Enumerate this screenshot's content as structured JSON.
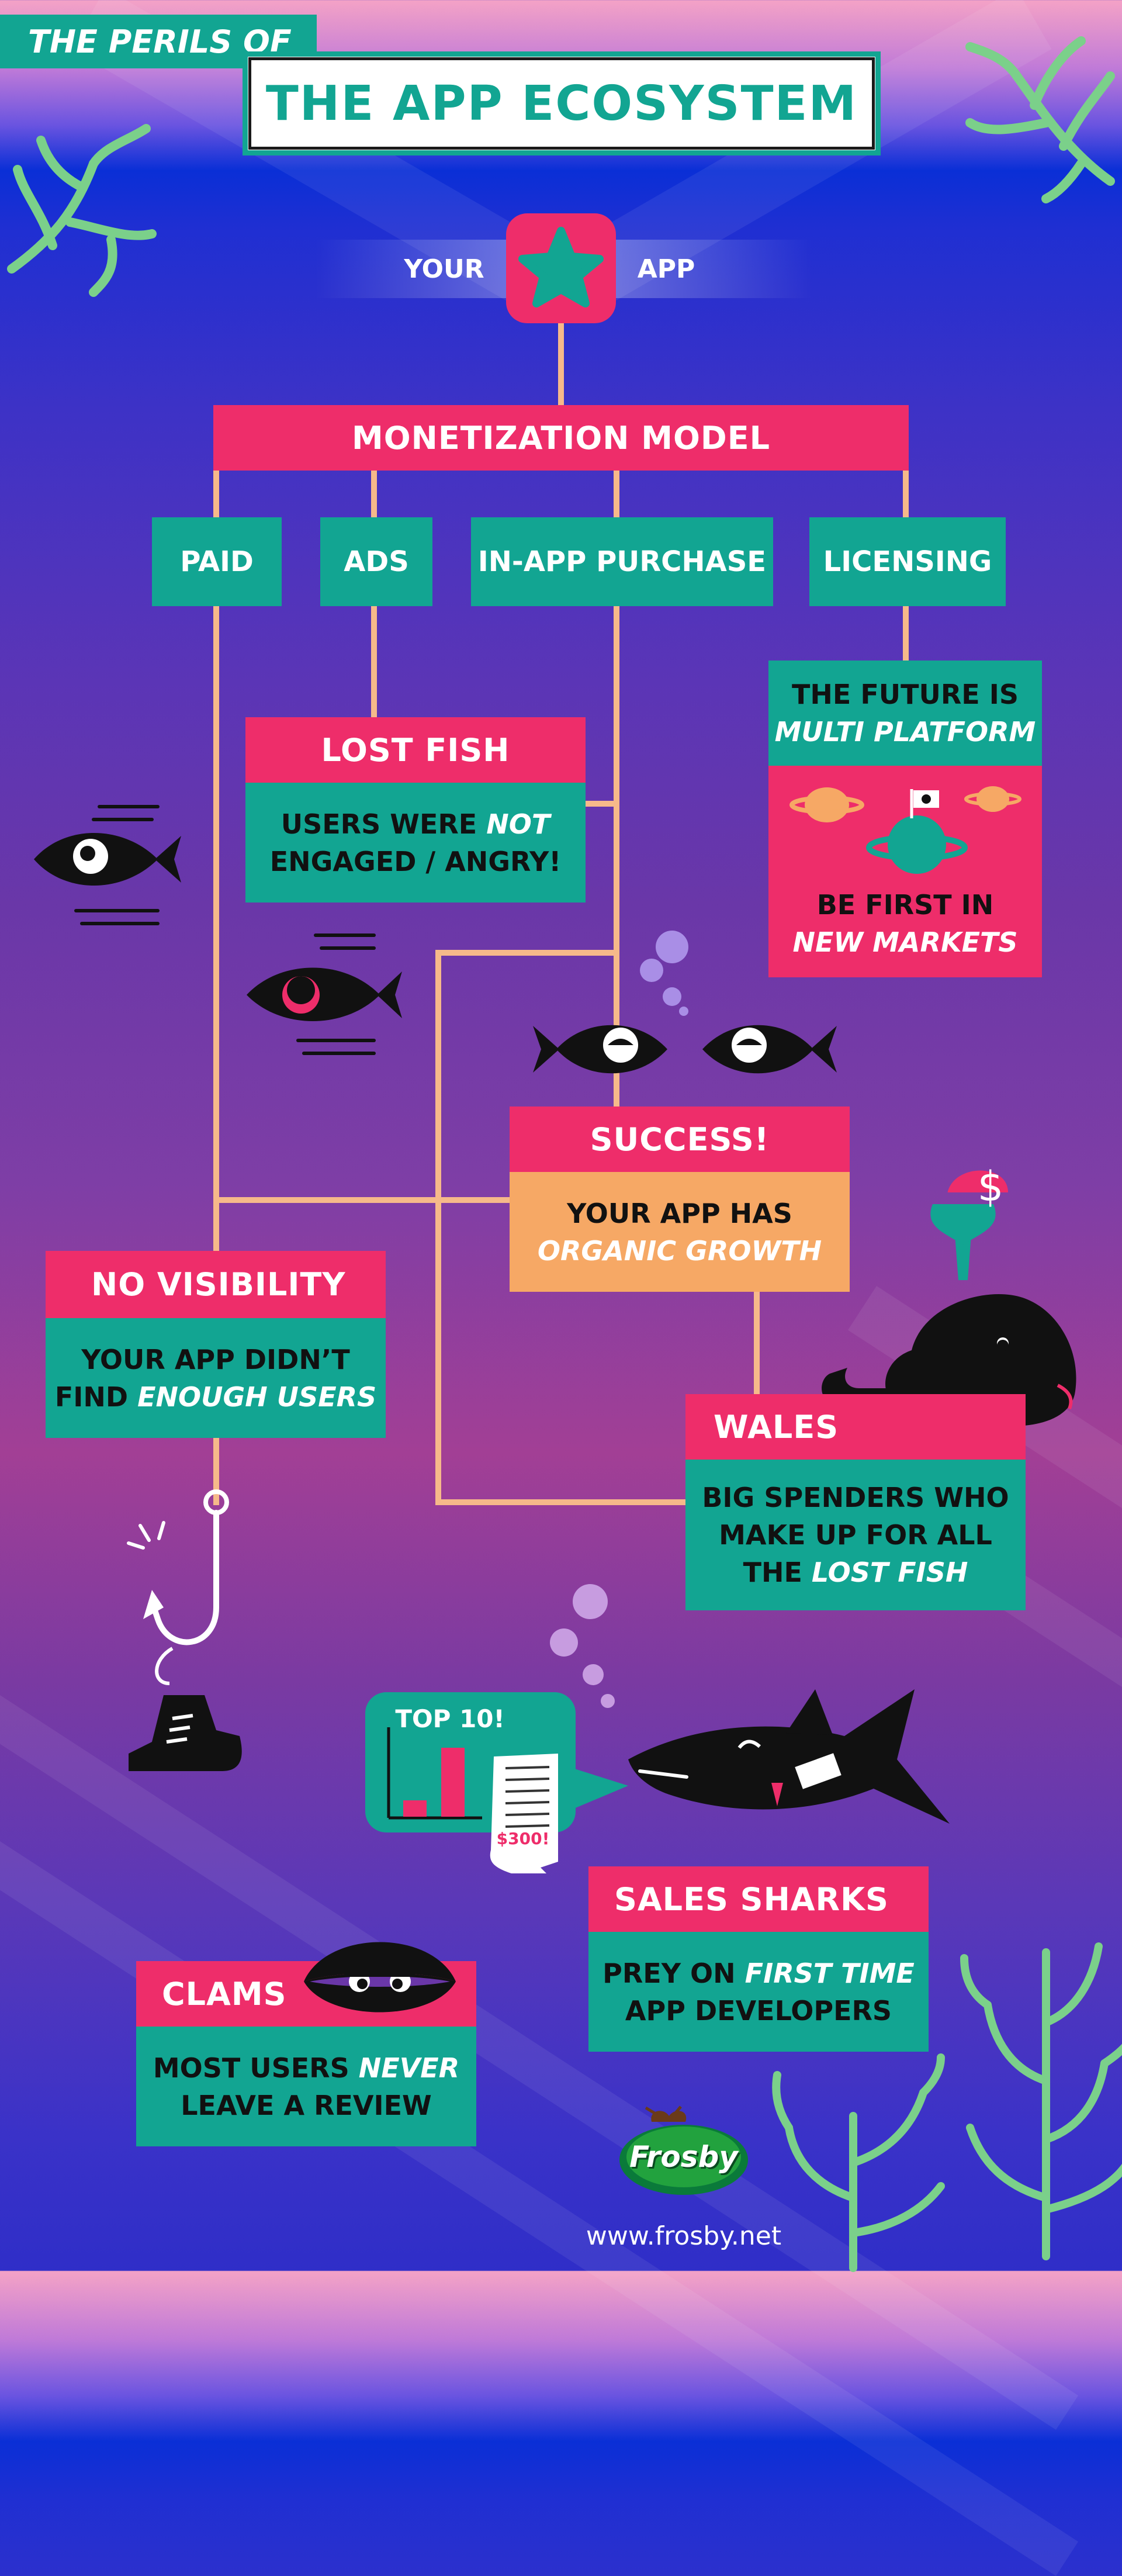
{
  "header": {
    "kicker": "THE PERILS OF",
    "title": "THE APP ECOSYSTEM"
  },
  "app_badge": {
    "left": "YOUR",
    "right": "APP",
    "icon": "star-icon"
  },
  "monetization": {
    "title": "MONETIZATION MODEL",
    "models": [
      "PAID",
      "ADS",
      "IN-APP PURCHASE",
      "LICENSING"
    ]
  },
  "lost_fish": {
    "title": "LOST FISH",
    "line1_a": "USERS WERE ",
    "line1_em": "NOT",
    "line2": "ENGAGED / ANGRY!"
  },
  "licensing_box": {
    "line1": "THE FUTURE IS",
    "line2_em": "MULTI PLATFORM",
    "line3": "BE FIRST IN",
    "line4_em": "NEW MARKETS"
  },
  "success": {
    "title": "SUCCESS!",
    "line1": "YOUR APP HAS",
    "line2_em": "ORGANIC GROWTH"
  },
  "no_visibility": {
    "title": "NO VISIBILITY",
    "line1": "YOUR APP DIDN’T",
    "line2_a": "FIND ",
    "line2_em": "ENOUGH USERS"
  },
  "wales": {
    "title": "WALES",
    "line1": "BIG SPENDERS WHO",
    "line2": "MAKE UP FOR ALL",
    "line3_a": "THE ",
    "line3_em": "LOST FISH",
    "coin_symbol": "$"
  },
  "sharks": {
    "title": "SALES SHARKS",
    "line1_a": "PREY ON ",
    "line1_em": "FIRST TIME",
    "line2": "APP DEVELOPERS",
    "bubble_title": "TOP 10!",
    "receipt_price": "$300!"
  },
  "clams": {
    "title": "CLAMS",
    "line1_a": "MOST USERS ",
    "line1_em": "NEVER",
    "line2": "LEAVE A REVIEW"
  },
  "footer": {
    "brand": "Frosby",
    "url": "www.frosby.net"
  },
  "colors": {
    "teal": "#12a592",
    "pink": "#ee2d6a",
    "orange": "#f6a865",
    "connector": "#f6b98a",
    "coral": "#7bd08a"
  }
}
